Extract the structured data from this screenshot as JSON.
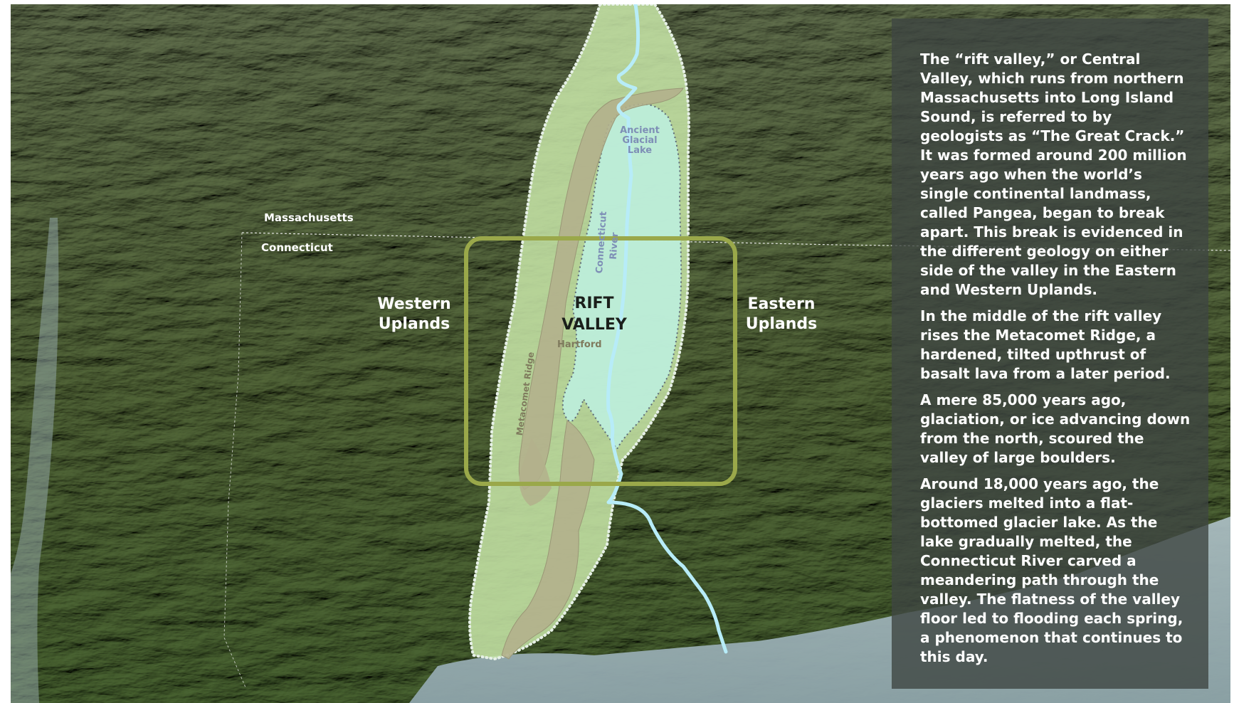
{
  "map": {
    "state_labels": {
      "north": "Massachusetts",
      "south": "Connecticut"
    },
    "region_labels": {
      "western_line1": "Western",
      "western_line2": "Uplands",
      "eastern_line1": "Eastern",
      "eastern_line2": "Uplands",
      "rift_line1": "RIFT",
      "rift_line2": "VALLEY"
    },
    "feature_labels": {
      "lake_line1": "Ancient",
      "lake_line2": "Glacial",
      "lake_line3": "Lake",
      "river_line1": "Connecticut",
      "river_line2": "River",
      "ridge": "Metacomet Ridge",
      "city": "Hartford"
    },
    "colors": {
      "terrain": "#5d7046",
      "rift_valley_fill": "#c8e6a8",
      "glacial_lake_fill": "#bdeedd",
      "ridge_fill": "#b3b08c",
      "river": "#b7ecf8",
      "highlight_box": "#9aa84a",
      "ocean": "#9fb3b8"
    }
  },
  "panel": {
    "paragraphs": [
      "The “rift valley,” or Central Valley, which runs from northern Massachusetts into Long Island Sound, is referred to by geologists as “The Great Crack.” It was formed around 200 million years ago when the world’s single continental landmass, called Pangea, began to break apart. This break is evidenced in the different geology on either side of the valley in the Eastern and Western Uplands.",
      "In the middle of the rift valley rises the Metacomet Ridge, a hardened, tilted upthrust of basalt lava from a later period.",
      "A mere 85,000 years ago, glaciation, or ice advancing down from the north, scoured the valley of large boulders.",
      "Around 18,000 years ago, the glaciers melted into a flat-bottomed glacier lake. As the lake gradually melted, the Connecticut River carved a meandering path through the valley. The flatness of the valley floor led to flooding each spring, a phenomenon that continues to this day."
    ]
  }
}
